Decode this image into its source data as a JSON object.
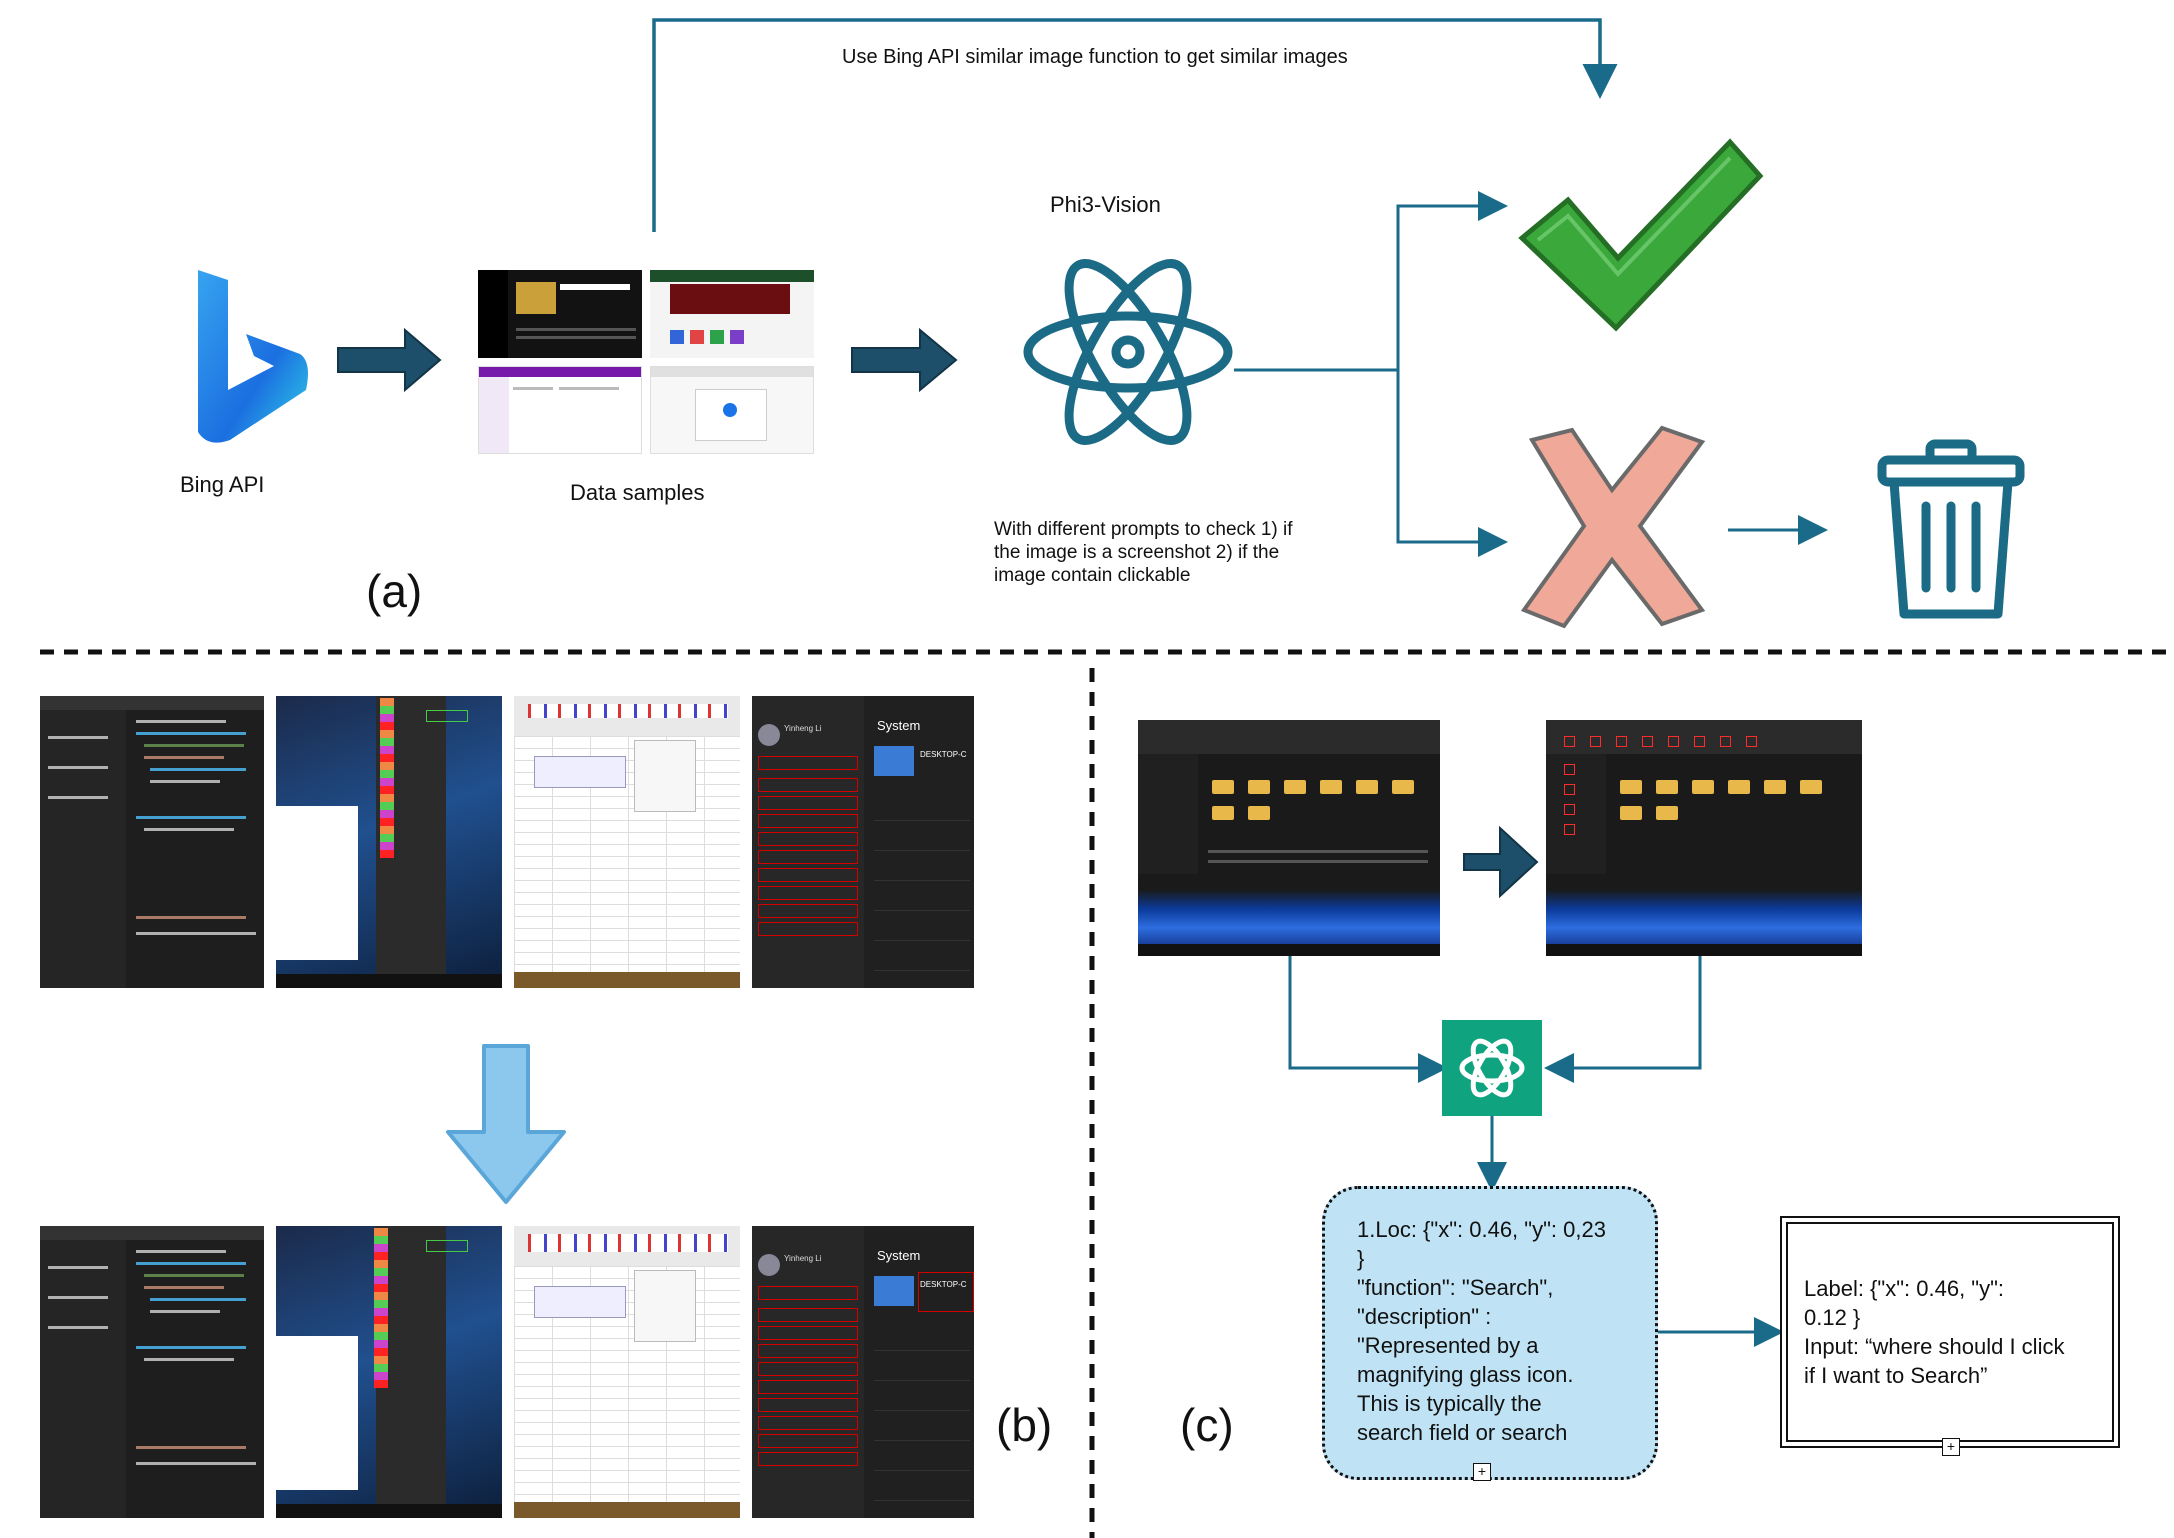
{
  "panel_a": {
    "top_loop_label": "Use Bing API similar image function to get similar images",
    "bing_label": "Bing API",
    "data_samples_label": "Data samples",
    "model_label": "Phi3-Vision",
    "prompt_note_lines": [
      "With different prompts to check 1) if",
      "the image is a screenshot 2) if the",
      "image contain clickable"
    ],
    "panel_label": "(a)"
  },
  "panel_b": {
    "panel_label": "(b)",
    "settings_title": "System",
    "settings_user": "Yinheng Li",
    "settings_device": "DESKTOP-C"
  },
  "panel_c": {
    "panel_label": "(c)",
    "gpt_output_lines": [
      "1.Loc: {\"x\": 0.46, \"y\": 0,23",
      "}",
      "\"function\": \"Search\",",
      "\"description\" :",
      "\"Represented by a",
      "magnifying glass icon.",
      "This is typically the",
      "search field or search"
    ],
    "label_box_lines": [
      "Label:  {\"x\": 0.46, \"y\":",
      "0.12 }",
      "Input: “where should I click",
      "if I want to Search”"
    ]
  },
  "colors": {
    "arrow_dark": "#1f5a78",
    "line_teal": "#1a6a8a",
    "check_green": "#3aa83a",
    "cross_salmon": "#f0a898",
    "trash_teal": "#1b6a86",
    "down_arrow_blue": "#8cc8ee",
    "gpt_green": "#10a37f",
    "bubble_fill": "#bfe3f4"
  },
  "icons": [
    "bing-logo-icon",
    "atom-icon",
    "checkmark-icon",
    "cross-icon",
    "trash-can-icon",
    "openai-logo-icon",
    "down-arrow-icon"
  ]
}
